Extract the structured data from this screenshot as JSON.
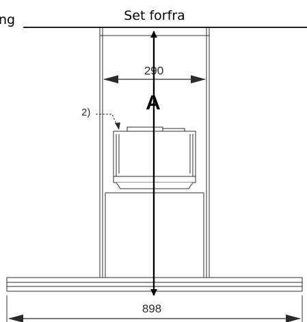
{
  "header": {
    "left_fragment": "ng",
    "title": "Set forfra"
  },
  "dimensions": {
    "inner_width": "290",
    "total_width": "898"
  },
  "labels": {
    "height_marker": "A",
    "callout": "2)"
  },
  "colors": {
    "stroke": "#000000",
    "line_gray": "#2b2b2b",
    "background": "#ffffff"
  }
}
